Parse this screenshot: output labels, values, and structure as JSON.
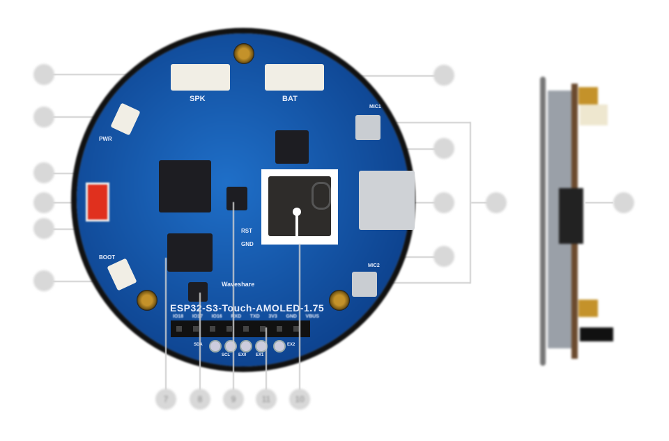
{
  "board": {
    "name": "ESP32-S3-Touch-AMOLED-1.75",
    "brand": "Waveshare",
    "connectors": {
      "spk": "SPK",
      "bat": "BAT"
    },
    "buttons": {
      "pwr": "PWR",
      "boot": "BOOT"
    },
    "mics": {
      "mic1": "MIC1",
      "mic2": "MIC2"
    },
    "pads_right": [
      "RST",
      "GND"
    ],
    "header_pins": [
      "IO18",
      "IO17",
      "IO16",
      "RXD",
      "TXD",
      "3V3",
      "GND",
      "VBUS"
    ],
    "bottom_pads": [
      "SDA",
      "SCL",
      "EX0",
      "EX1",
      "EX2"
    ]
  },
  "callouts": {
    "bottom": [
      "7",
      "8",
      "9",
      "11",
      "10"
    ]
  },
  "colors": {
    "pcb": "#1a5fb4",
    "header": "#111111",
    "gold": "#c4922a",
    "callout": "#d8d8d8"
  }
}
